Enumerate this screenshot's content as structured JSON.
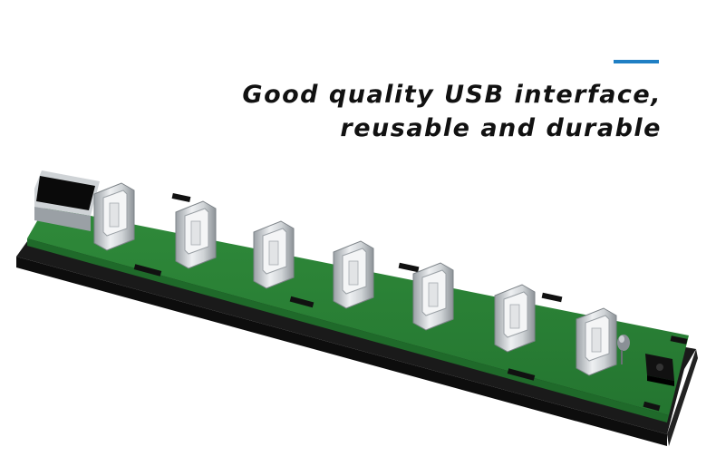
{
  "headline": {
    "line1": "Good quality USB interface,",
    "line2": "reusable and durable"
  },
  "colors": {
    "accent": "#1f7fc4",
    "pcb_green": "#2f8a3a",
    "pcb_green_dark": "#1f6a2a",
    "housing_black": "#1a1a1a",
    "connector_metal": "#d9dcdf",
    "text": "#111111",
    "background": "#ffffff"
  },
  "product": {
    "usb_a_port_count": 7,
    "usb_b_port_icon": "usb-b-connector",
    "power_jack_icon": "dc-power-jack",
    "led_icon": "indicator-led"
  }
}
